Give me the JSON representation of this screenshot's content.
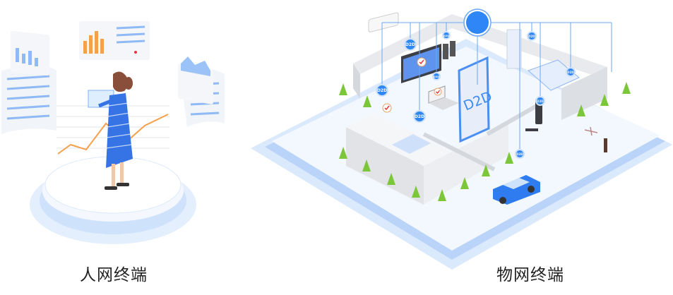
{
  "captions": {
    "human_terminal": "人网终端",
    "iot_terminal": "物网终端"
  },
  "badge_label": "D2D",
  "phone_label": "D2D",
  "colors": {
    "accent": "#2f86f6",
    "line": "#5aa0f5",
    "wall": "#e6e8ec",
    "floor": "#f2f7fd",
    "tree": "#7cc63a",
    "chart_orange": "#f5a04a"
  }
}
